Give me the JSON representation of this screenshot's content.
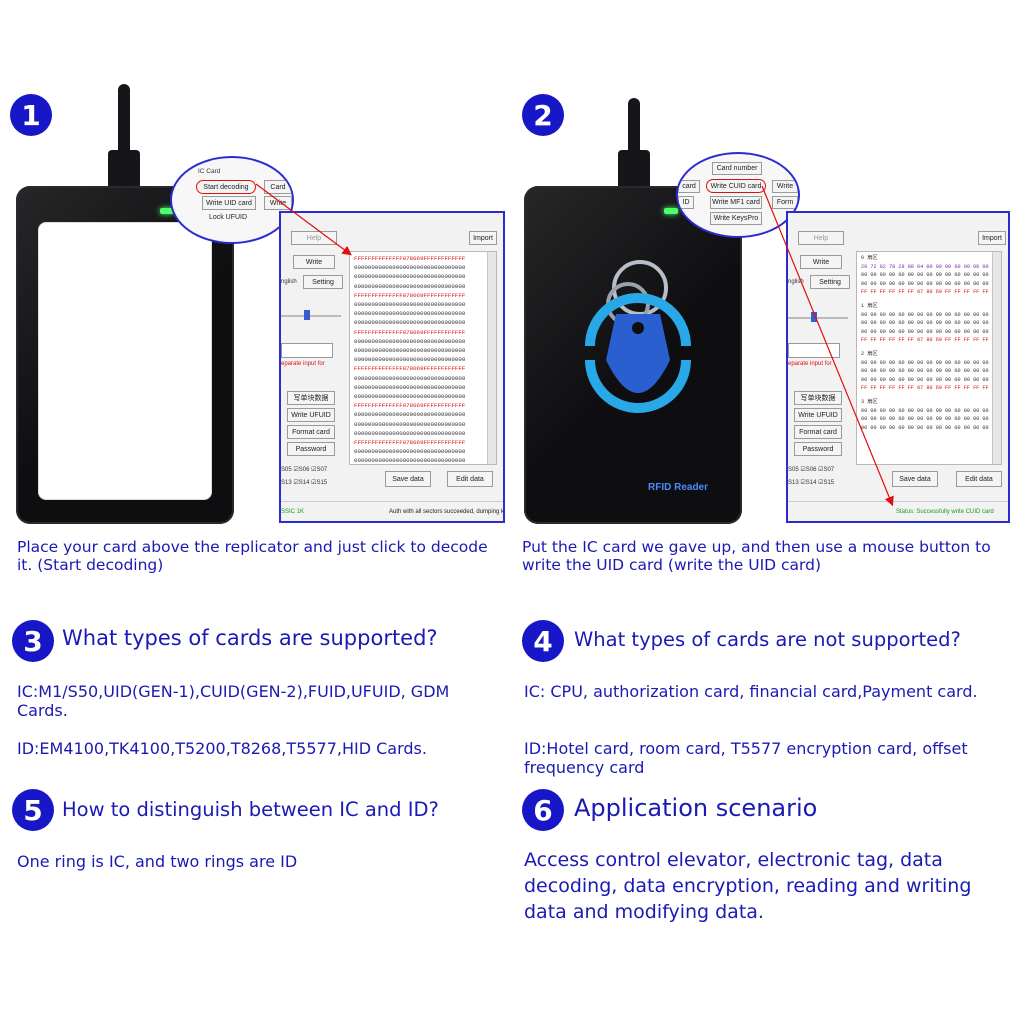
{
  "steps": [
    {
      "num": "1",
      "caption": "Place your card above the replicator and just click to decode it. (Start decoding)"
    },
    {
      "num": "2",
      "caption": "Put the IC card we gave up, and then use a mouse button to write the UID card (write the UID card)"
    }
  ],
  "panel1": {
    "zoom": {
      "title": "IC Card",
      "start_decoding": "Start decoding",
      "card": "Card",
      "write_uid": "Write UID card",
      "write": "Write",
      "lock_ufuid": "Lock UFUID"
    },
    "buttons": {
      "help": "Help",
      "import": "Import",
      "write": "Write",
      "setting": "Setting",
      "write_block": "写单块数据",
      "write_ufuid": "Write UFUID",
      "format_card": "Format card",
      "password": "Password",
      "save_data": "Save data",
      "edit_data": "Edit data"
    },
    "labels": {
      "english": "nglish",
      "separate": "eparate input for",
      "s05": "S05",
      "s06": "S06",
      "s07": "S07",
      "s13": "S13",
      "s14": "S14",
      "s15": "S15",
      "status_left": "SSIC 1K",
      "status_right": "Auth with all sectors succeeded, dumping k"
    },
    "hex_lines": [
      "FFFFFFFFFFFFFF078069FFFFFFFFFFFF",
      "00000000000000000000000000000000",
      "00000000000000000000000000000000",
      "00000000000000000000000000000000",
      "FFFFFFFFFFFFFF078069FFFFFFFFFFFF",
      "00000000000000000000000000000000",
      "00000000000000000000000000000000",
      "00000000000000000000000000000000",
      "FFFFFFFFFFFFFF078069FFFFFFFFFFFF",
      "00000000000000000000000000000000",
      "00000000000000000000000000000000",
      "00000000000000000000000000000000",
      "FFFFFFFFFFFFFF078069FFFFFFFFFFFF",
      "00000000000000000000000000000000",
      "00000000000000000000000000000000",
      "00000000000000000000000000000000",
      "FFFFFFFFFFFFFF078069FFFFFFFFFFFF",
      "00000000000000000000000000000000",
      "00000000000000000000000000000000",
      "00000000000000000000000000000000",
      "FFFFFFFFFFFFFF078069FFFFFFFFFFFF",
      "00000000000000000000000000000000",
      "00000000000000000000000000000000"
    ]
  },
  "panel2": {
    "zoom": {
      "card_number": "Card number",
      "card": "card",
      "write_cuid": "Write CUID card",
      "write": "Write",
      "id": "ID",
      "write_mf1": "Write MF1 card",
      "form": "Form",
      "write_keyspro": "Write KeysPro"
    },
    "reader_label": "RFID Reader",
    "buttons": {
      "help": "Help",
      "import": "Import",
      "write": "Write",
      "setting": "Setting",
      "write_block": "写单块数据",
      "write_ufuid": "Write UFUID",
      "format_card": "Format card",
      "password": "Password",
      "save_data": "Save data",
      "edit_data": "Edit data"
    },
    "labels": {
      "english": "nglish",
      "separate": "eparate input for",
      "s05": "S05",
      "s06": "S06",
      "s07": "S07",
      "s13": "S13",
      "s14": "S14",
      "s15": "S15",
      "status_right": "Status: Successfully write CUID card"
    },
    "sectors": [
      {
        "title": "0 扇区",
        "lines": [
          "20 72 02 78 28 88 04 00 00 00 00 00 00 00 00 00",
          "00 00 00 00 00 00 00 00 00 00 00 00 00 00 00 00",
          "00 00 00 00 00 00 00 00 00 00 00 00 00 00 00 00",
          "FF FF FF FF FF FF 07 80 69 FF FF FF FF FF FF"
        ]
      },
      {
        "title": "1 扇区",
        "lines": [
          "00 00 00 00 00 00 00 00 00 00 00 00 00 00 00 00",
          "00 00 00 00 00 00 00 00 00 00 00 00 00 00 00 00",
          "00 00 00 00 00 00 00 00 00 00 00 00 00 00 00 00",
          "FF FF FF FF FF FF 07 80 69 FF FF FF FF FF FF"
        ]
      },
      {
        "title": "2 扇区",
        "lines": [
          "00 00 00 00 00 00 00 00 00 00 00 00 00 00 00 00",
          "00 00 00 00 00 00 00 00 00 00 00 00 00 00 00 00",
          "00 00 00 00 00 00 00 00 00 00 00 00 00 00 00 00",
          "FF FF FF FF FF FF 07 80 69 FF FF FF FF FF FF"
        ]
      },
      {
        "title": "3 扇区",
        "lines": [
          "00 00 00 00 00 00 00 00 00 00 00 00 00 00 00 00",
          "00 00 00 00 00 00 00 00 00 00 00 00 00 00 00 00",
          "00 00 00 00 00 00 00 00 00 00 00 00 00 00 00 00"
        ]
      }
    ]
  },
  "sections": [
    {
      "num": "3",
      "heading": "What types of cards are supported?",
      "paragraphs": [
        "IC:M1/S50,UID(GEN-1),CUID(GEN-2),FUID,UFUID, GDM Cards.",
        "ID:EM4100,TK4100,T5200,T8268,T5577,HID Cards."
      ]
    },
    {
      "num": "4",
      "heading": "What types of cards are not supported?",
      "paragraphs": [
        "IC: CPU, authorization card, financial card,Payment card.",
        "ID:Hotel card, room card, T5577 encryption card, offset frequency card"
      ]
    },
    {
      "num": "5",
      "heading": "How to distinguish between IC and ID?",
      "paragraphs": [
        "One ring is IC, and two rings are ID"
      ]
    },
    {
      "num": "6",
      "heading": "Application scenario",
      "paragraphs": [
        "Access control elevator, electronic tag, data decoding, data encryption, reading and writing data and modifying data."
      ]
    }
  ],
  "colors": {
    "accent": "#1717c8",
    "text": "#1a1ab4",
    "red": "#e01010",
    "green": "#1a9a1a"
  }
}
